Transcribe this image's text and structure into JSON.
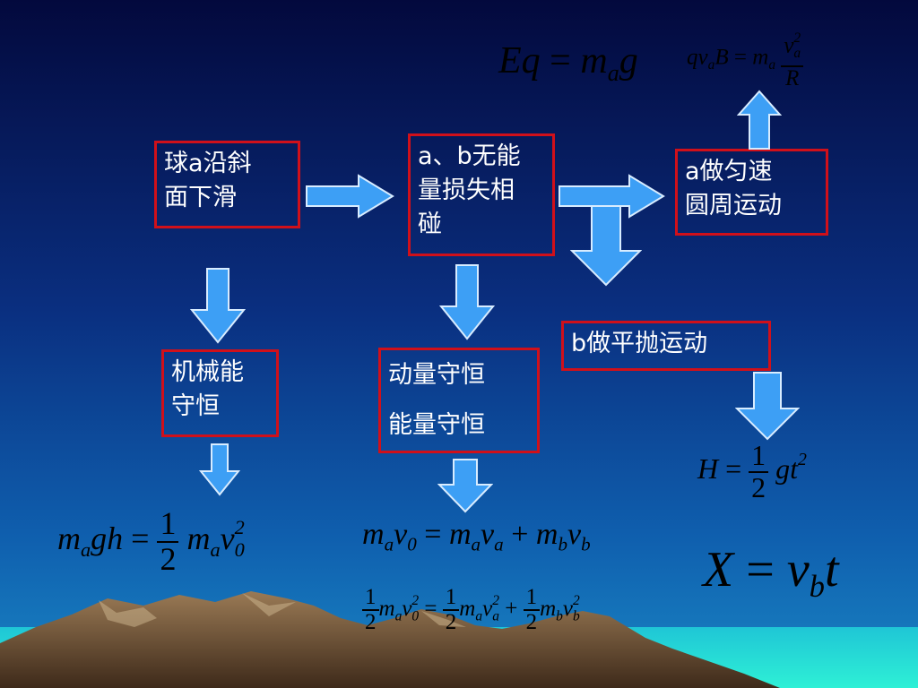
{
  "boxes": {
    "ball_slide": {
      "lines": [
        "球a沿斜",
        "面下滑"
      ]
    },
    "collision": {
      "lines": [
        "a、b无能",
        "量损失相",
        "碰"
      ]
    },
    "uniform_circular": {
      "lines": [
        "a做匀速",
        "圆周运动"
      ]
    },
    "projectile": {
      "lines": [
        "b做平抛运动"
      ]
    },
    "mech_energy": {
      "lines": [
        "机械能",
        "守恒"
      ]
    },
    "conservation": {
      "lines": [
        "动量守恒",
        "能量守恒"
      ]
    }
  },
  "formulas": {
    "eq_mag": "Eq = m_a g",
    "lorentz": "qv_a B = m_a v_a^2 / R",
    "fall_height": "H = (1/2) g t^2",
    "horizontal": "X = v_b t",
    "energy_drop": "m_a g h = (1/2) m_a v_0^2",
    "momentum": "m_a v_0 = m_a v_a + m_b v_b",
    "kinetic": "(1/2) m_a v_0^2 = (1/2) m_a v_a^2 + (1/2) m_b v_b^2"
  },
  "colors": {
    "background_top": "#04104a",
    "background_bottom": "#0d63b0",
    "box_border": "#d0101a",
    "arrow_fill": "#3d9ff5",
    "sea": "#27e6d8",
    "mountain": "#7a5a3a"
  }
}
